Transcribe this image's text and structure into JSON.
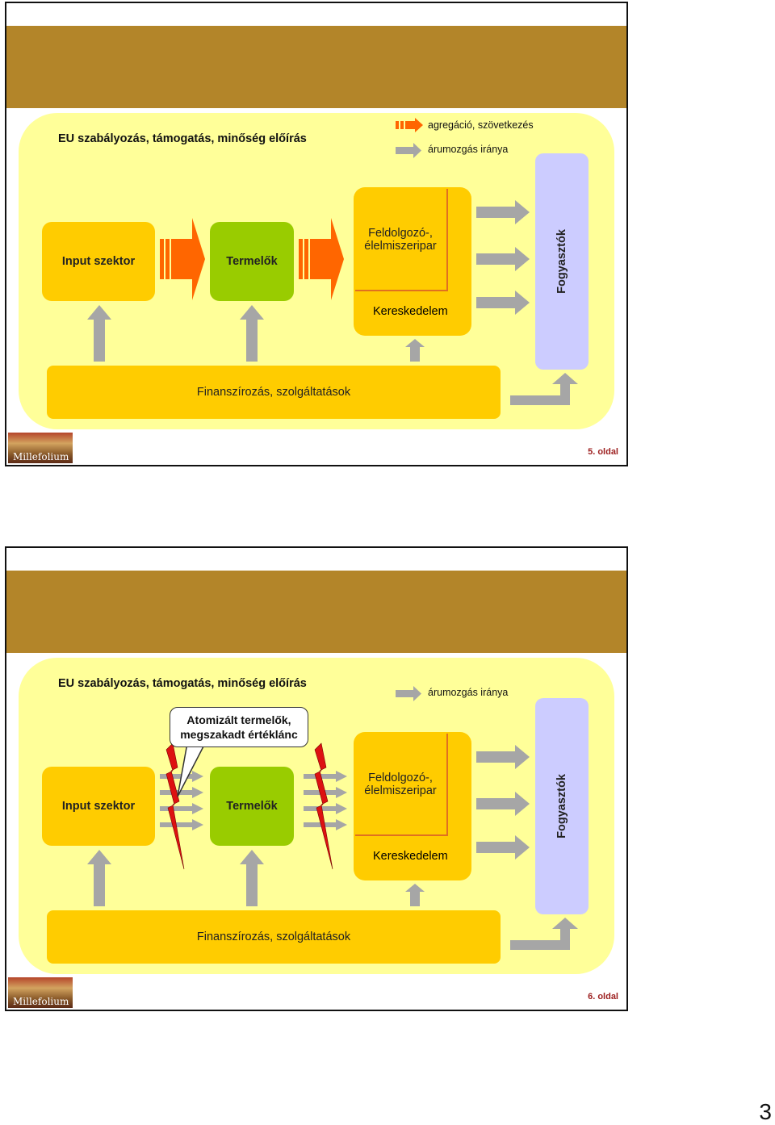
{
  "slides": [
    {
      "regulation_text": "EU szabályozás, támogatás, minőség előírás",
      "legend": {
        "aggregation": "agregáció, szövetkezés",
        "flow": "árumozgás iránya"
      },
      "input_sector": "Input szektor",
      "producers": "Termelők",
      "processor": "Feldolgozó-, élelmiszeripar",
      "commerce": "Kereskedelem",
      "consumers": "Fogyasztók",
      "finance": "Finanszírozás, szolgáltatások",
      "page": "5. oldal",
      "logo": "Millefolium"
    },
    {
      "regulation_text": "EU szabályozás, támogatás, minőség előírás",
      "legend": {
        "flow": "árumozgás iránya"
      },
      "callout": "Atomizált termelők, megszakadt értéklánc",
      "input_sector": "Input szektor",
      "producers": "Termelők",
      "processor": "Feldolgozó-, élelmiszeripar",
      "commerce": "Kereskedelem",
      "consumers": "Fogyasztók",
      "finance": "Finanszírozás, szolgáltatások",
      "page": "6. oldal",
      "logo": "Millefolium"
    }
  ],
  "page_number": "3",
  "colors": {
    "header": "#b38529",
    "panel": "#ffff99",
    "box_yellow": "#ffcc00",
    "box_green": "#99cc00",
    "consumers": "#ccccff",
    "orange_arrow": "#ff6600",
    "grey_arrow": "#a6a6a6",
    "break_red": "#dd1111"
  }
}
